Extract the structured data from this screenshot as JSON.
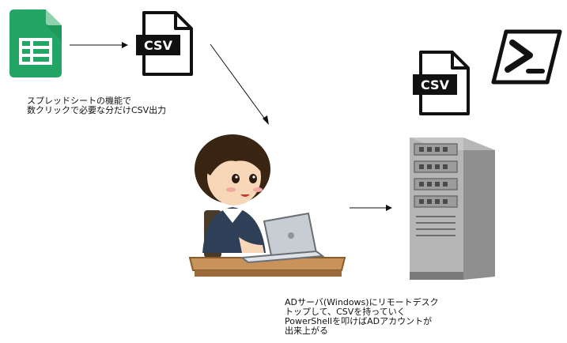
{
  "diagram": {
    "caption_sheets": "スプレッドシートの機能で\n数クリックで必要な分だけCSV出力",
    "caption_server": "ADサーバ(Windows)にリモートデスク\nトップして、CSVを持っていく\nPowerShellを叩けばADアカウントが\n出来上がる",
    "csv_label_top": "CSV",
    "csv_label_right": "CSV",
    "icons": {
      "sheets": "google-sheets-icon",
      "csv_top": "csv-file-icon",
      "csv_right": "csv-file-icon",
      "powershell": "powershell-icon",
      "person": "person-at-laptop-illustration",
      "server": "server-tower-illustration"
    },
    "colors": {
      "sheets_green": "#23a566",
      "skin": "#f7d7b7",
      "hair": "#3a2412",
      "vest": "#2e4057",
      "desk": "#c8935a",
      "laptop": "#c8cdd3",
      "server_body": "#a9a9a9",
      "server_dark": "#6d6d6d"
    }
  }
}
